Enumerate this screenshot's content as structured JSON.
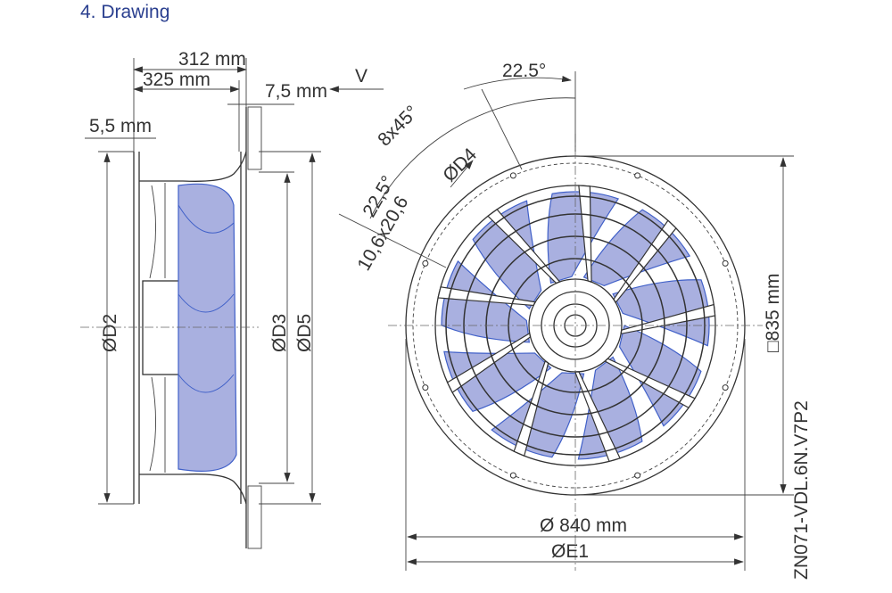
{
  "heading": "4.  Drawing",
  "side_view": {
    "dim_312": "312 mm",
    "dim_325": "325 mm",
    "dim_7_5": "7,5 mm",
    "view_label": "V",
    "dim_5_5": "5,5 mm",
    "d2": "ØD2",
    "d3": "ØD3",
    "d5": "ØD5"
  },
  "front_view": {
    "angle_22_5_top": "22.5°",
    "holes_pattern": "8x45°",
    "d4": "ØD4",
    "angle_22_5_slot": "22,5°",
    "slot_size": "10,6x20,6",
    "square_size": "□835 mm",
    "diameter_840": "Ø 840 mm",
    "e1": "ØE1",
    "model_code": "ZN071-VDL.6N.V7P2"
  },
  "colors": {
    "heading": "#2a3f8f",
    "blade": "#a9b0e0",
    "blade_edge": "#4060c8"
  }
}
